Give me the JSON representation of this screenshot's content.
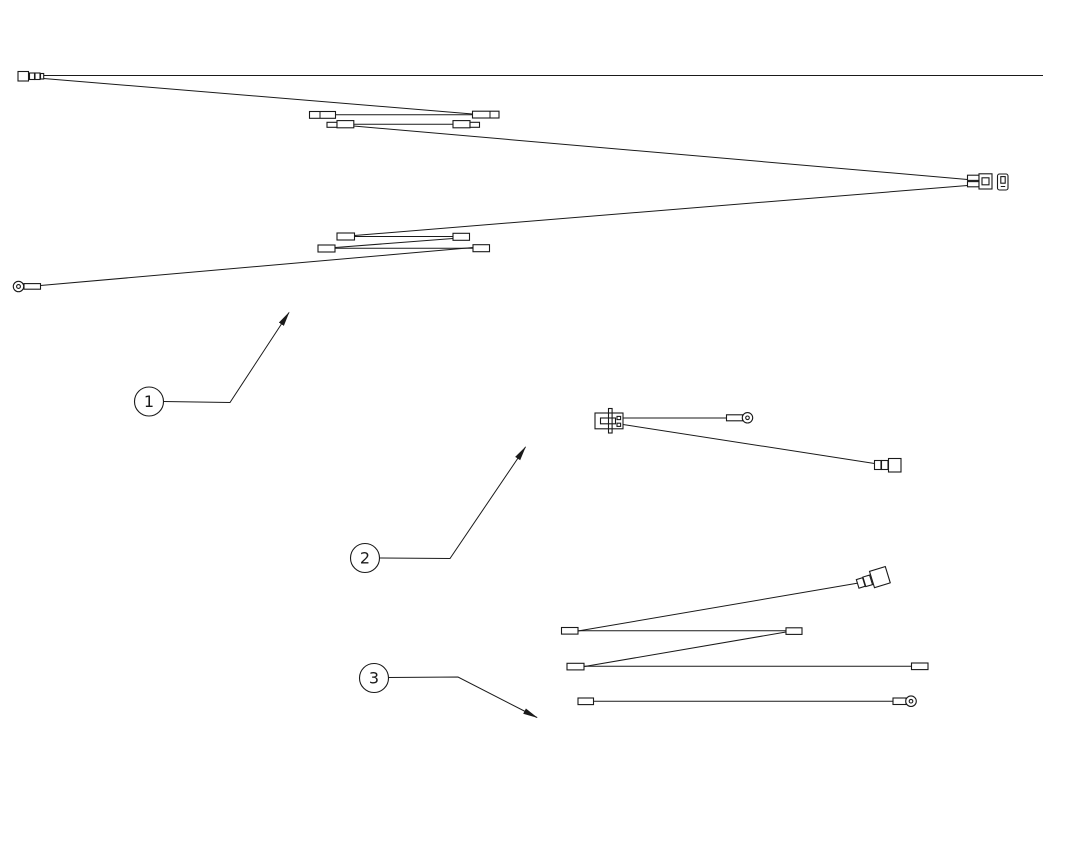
{
  "figure": {
    "type": "parts-wiring-diagram",
    "background_color": "#ffffff",
    "line_color": "#1a1a1a",
    "callouts": [
      {
        "label": "1",
        "points_to": "upper-wire-harness-group"
      },
      {
        "label": "2",
        "points_to": "middle-wire-harness-group"
      },
      {
        "label": "3",
        "points_to": "lower-wire-harness-group"
      }
    ],
    "part_glyphs": [
      "socket-connector",
      "splice-terminal",
      "bullet-terminal",
      "two-pin-plug-connector",
      "connector-cap",
      "ring-terminal",
      "fuse-holder-connector",
      "receptacle-terminal",
      "angled-receptacle-terminal"
    ]
  }
}
